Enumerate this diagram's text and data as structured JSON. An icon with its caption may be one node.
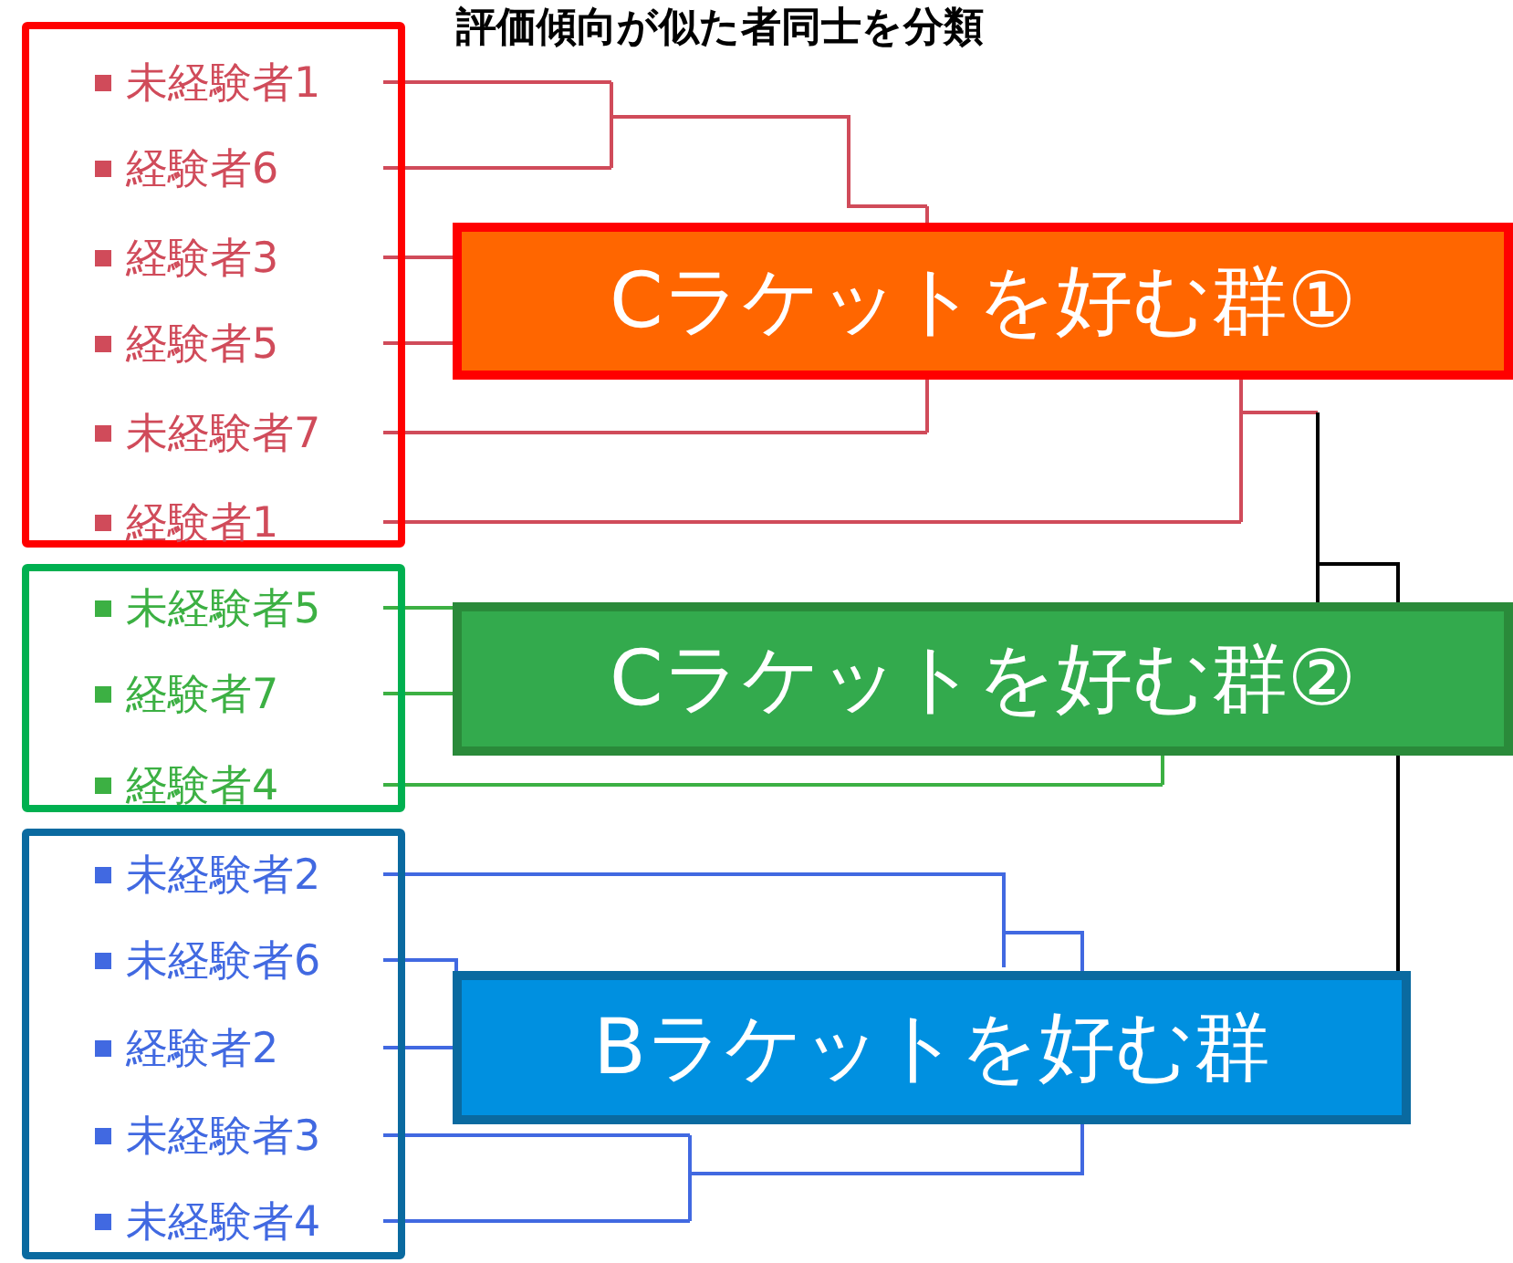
{
  "diagram": {
    "title": "評価傾向が似た者同士を分類",
    "nodes": [
      {
        "text": [],
        "shape": "box"
      },
      {
        "text": [
          "未経験者1"
        ],
        "in": 0
      },
      {
        "text": [
          "経験者6"
        ],
        "in": 0
      },
      {
        "text": [
          "経験者3"
        ],
        "in": 0
      },
      {
        "text": [
          "経験者5"
        ],
        "in": 0
      },
      {
        "text": [
          "未経験者7"
        ],
        "in": 0
      },
      {
        "text": [
          "経験者1"
        ],
        "in": 0
      },
      {
        "text": [],
        "shape": "box"
      },
      {
        "text": [
          "未経験者5"
        ],
        "in": 7
      },
      {
        "text": [
          "経験者7"
        ],
        "in": 7
      },
      {
        "text": [
          "経験者4"
        ],
        "in": 7
      },
      {
        "text": [],
        "shape": "box"
      },
      {
        "text": [
          "未経験者2"
        ],
        "in": 11
      },
      {
        "text": [
          "未経験者6"
        ],
        "in": 11
      },
      {
        "text": [
          "経験者2"
        ],
        "in": 11
      },
      {
        "text": [
          "未経験者3"
        ],
        "in": 11
      },
      {
        "text": [
          "未経験者4"
        ],
        "in": 11
      },
      {
        "text": [
          "Cラケットを好む群①"
        ]
      },
      {
        "text": [
          "Cラケットを好む群②"
        ]
      },
      {
        "text": [
          "Bラケットを好む群"
        ]
      }
    ]
  }
}
